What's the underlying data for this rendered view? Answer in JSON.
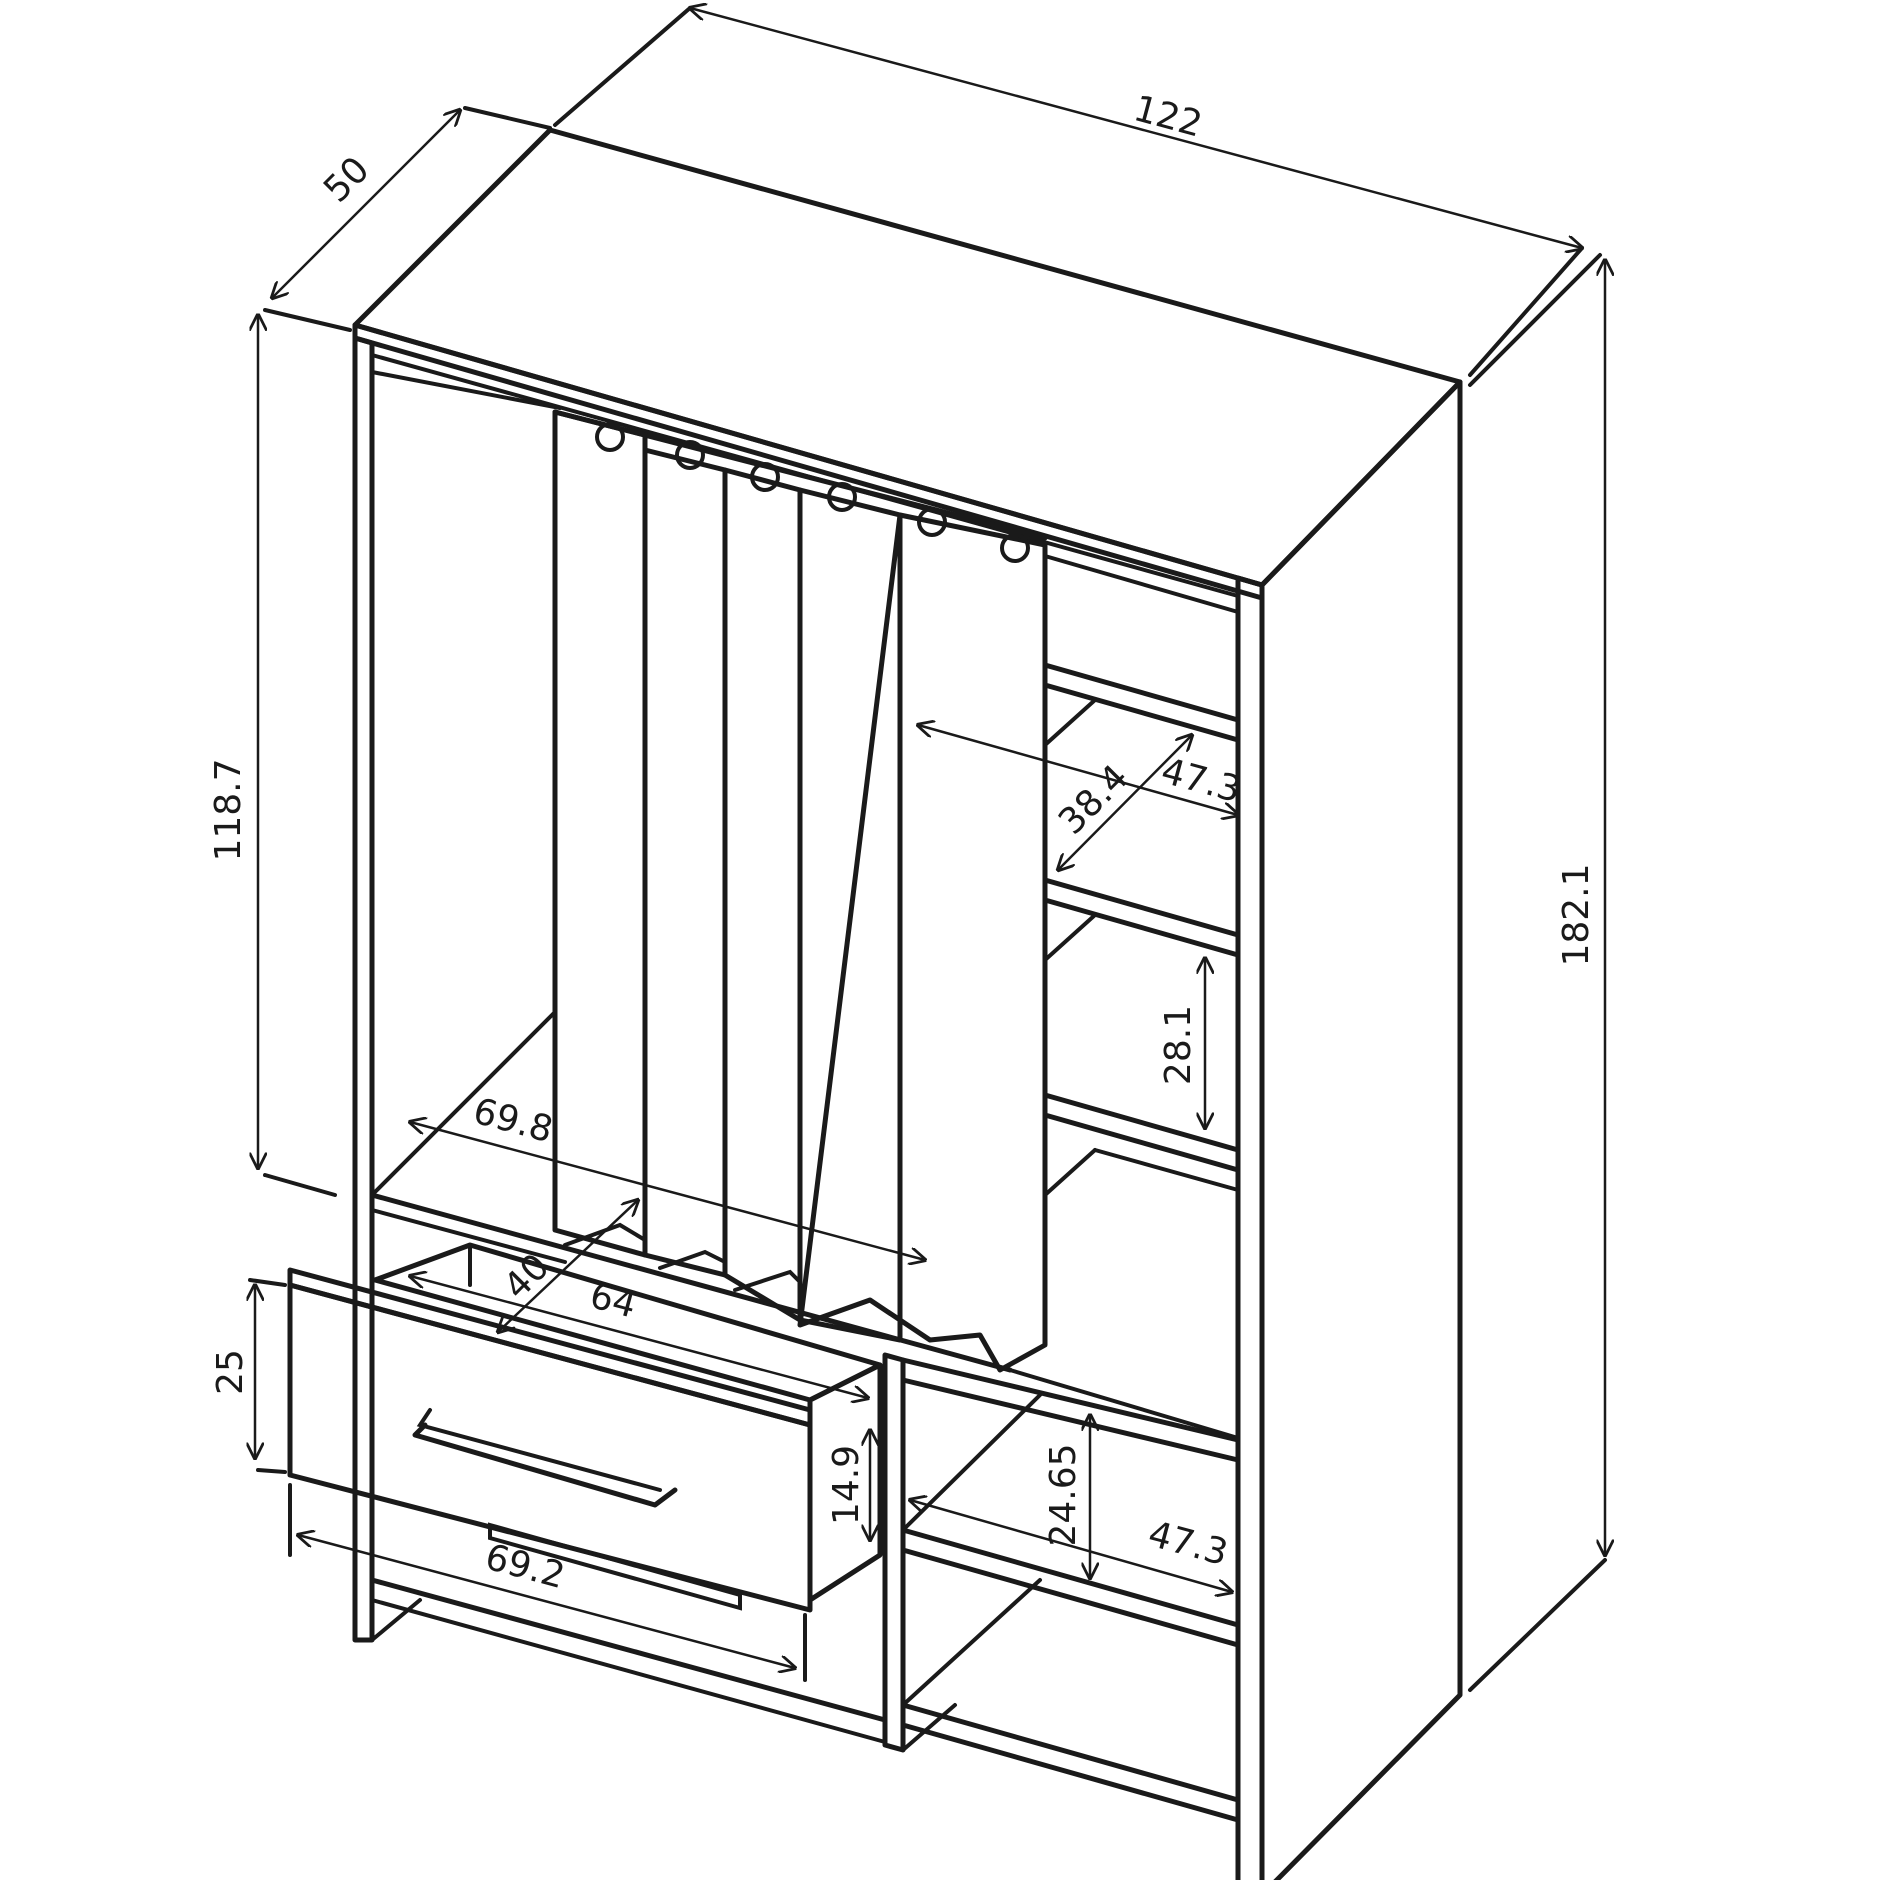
{
  "diagram": {
    "dimensions": {
      "total_width": "122",
      "depth": "50",
      "total_height": "182.1",
      "hanging_height": "118.7",
      "hanging_width": "69.8",
      "hanging_depth": "40",
      "drawer_inner_width": "64",
      "drawer_height": "25",
      "drawer_inner_height": "14.9",
      "drawer_front_width": "69.2",
      "shelf_width_upper": "47.3",
      "shelf_depth": "38.4",
      "shelf_gap_upper": "28.1",
      "shelf_gap_lower": "24.65",
      "shelf_width_lower": "47.3"
    }
  }
}
